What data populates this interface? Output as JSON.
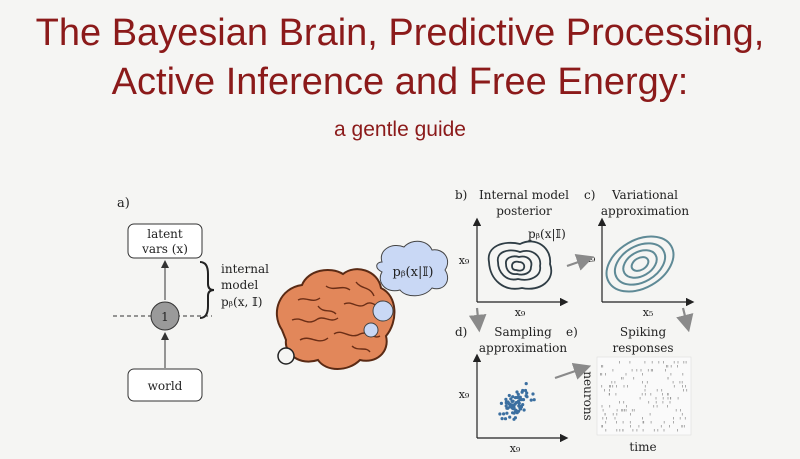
{
  "header": {
    "title_line1": "The Bayesian Brain, Predictive Processing,",
    "title_line2": "Active Inference and Free Energy:",
    "subtitle": "a gentle guide"
  },
  "panel_a": {
    "label": "a)",
    "latent_line1": "latent",
    "latent_line2": "vars (x)",
    "brace_line1": "internal",
    "brace_line2": "model",
    "brace_formula": "pᵦ(x, 𝕀)",
    "node": "1",
    "world": "world"
  },
  "brain": {
    "thought": "pᵦ(x|𝕀)"
  },
  "panel_b": {
    "label": "b)",
    "title_line1": "Internal model",
    "title_line2": "posterior",
    "annotation": "pᵦ(x|𝕀)",
    "ylabel": "x₉",
    "xlabel": "x₉"
  },
  "panel_c": {
    "label": "c)",
    "title_line1": "Variational",
    "title_line2": "approximation",
    "ylabel": "x₉",
    "xlabel": "x₅"
  },
  "panel_d": {
    "label": "d)",
    "title_line1": "Sampling",
    "title_line2": "approximation",
    "ylabel": "x₉",
    "xlabel": "x₉"
  },
  "panel_e": {
    "label": "e)",
    "title_line1": "Spiking",
    "title_line2": "responses",
    "ylabel": "neurons",
    "xlabel": "time"
  },
  "colors": {
    "title": "#8b1a1a",
    "brain": "#e2875a",
    "thought": "#c9d8f5",
    "contour_b": "#2f3d45",
    "contour_c": "#5f8a96",
    "scatter": "#3b6fa0"
  }
}
